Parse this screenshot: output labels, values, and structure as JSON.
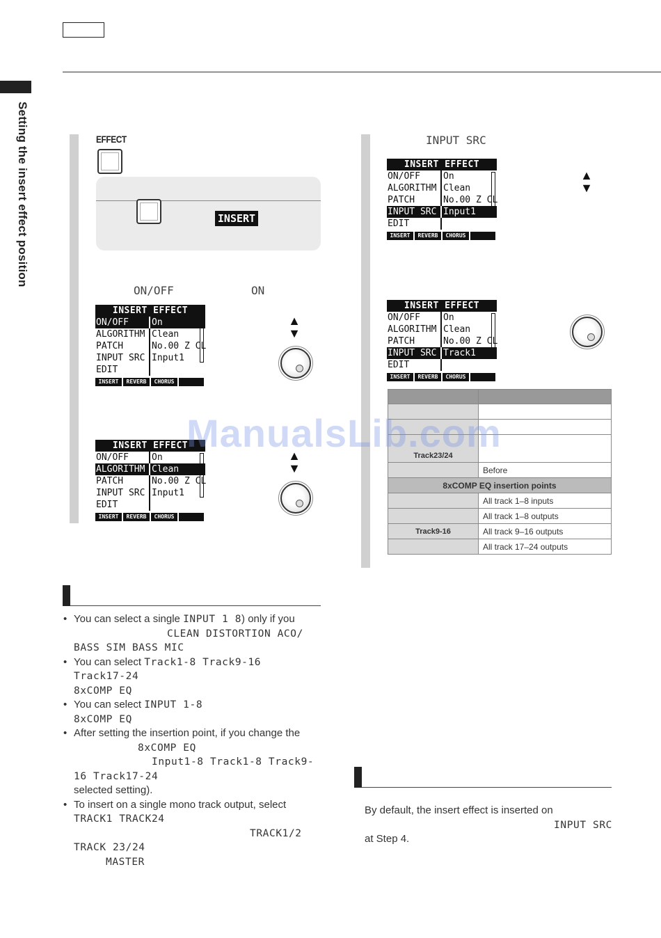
{
  "side_title": "Setting the insert effect position",
  "watermark": "ManualsLib.com",
  "step_left": {
    "effect_key_label": "EFFECT",
    "insert_badge": "INSERT",
    "param_onoff": "ON/OFF",
    "param_on": "ON"
  },
  "step_right": {
    "param_input_src": "INPUT SRC"
  },
  "lcd_title": "INSERT EFFECT",
  "lcd_tabs": [
    "INSERT",
    "REVERB",
    "CHORUS"
  ],
  "lcd1": {
    "rows": [
      {
        "k": "ON/OFF",
        "v": "On"
      },
      {
        "k": "ALGORITHM",
        "v": "Clean"
      },
      {
        "k": "PATCH",
        "v": "No.00 Z CL"
      },
      {
        "k": "INPUT SRC",
        "v": "Input1"
      },
      {
        "k": "EDIT",
        "v": ""
      }
    ]
  },
  "lcd2": {
    "rows": [
      {
        "k": "ON/OFF",
        "v": "On"
      },
      {
        "k": "ALGORITHM",
        "v": "Clean"
      },
      {
        "k": "PATCH",
        "v": "No.00 Z CL"
      },
      {
        "k": "INPUT SRC",
        "v": "Input1"
      },
      {
        "k": "EDIT",
        "v": ""
      }
    ]
  },
  "lcd3": {
    "rows": [
      {
        "k": "ON/OFF",
        "v": "On"
      },
      {
        "k": "ALGORITHM",
        "v": "Clean"
      },
      {
        "k": "PATCH",
        "v": "No.00 Z CL"
      },
      {
        "k": "INPUT SRC",
        "v": "Input1"
      },
      {
        "k": "EDIT",
        "v": ""
      }
    ]
  },
  "lcd4": {
    "rows": [
      {
        "k": "ON/OFF",
        "v": "On"
      },
      {
        "k": "ALGORITHM",
        "v": "Clean"
      },
      {
        "k": "PATCH",
        "v": "No.00 Z CL"
      },
      {
        "k": "INPUT SRC",
        "v": "Track1"
      },
      {
        "k": "EDIT",
        "v": ""
      }
    ]
  },
  "table": {
    "r_track2324": "Track23/24",
    "r_before": "Before",
    "section": "8xCOMP EQ insertion points",
    "r_in18": "All track 1–8 inputs",
    "r_out18": "All track 1–8 outputs",
    "r_track916": "Track9-16",
    "r_out916": "All track 9–16 outputs",
    "r_out1724": "All track 17–24 outputs"
  },
  "notes": {
    "n1a": "You can select a single",
    "n1b": "INPUT 1 8",
    "n1c": ") only if you",
    "n1d": "CLEAN DISTORTION ACO/",
    "n1e": "BASS SIM BASS  MIC",
    "n2a": "You can select",
    "n2b": "Track1-8 Track9-16",
    "n2c": "Track17-24",
    "n2d": "8xCOMP EQ",
    "n3a": "You can select",
    "n3b": "INPUT 1-8",
    "n3c": "8xCOMP EQ",
    "n4a": "After setting the insertion point, if you change the",
    "n4b": "8xCOMP EQ",
    "n4c": "Input1-8 Track1-8 Track9-",
    "n4d": "16 Track17-24",
    "n4e": "selected setting).",
    "n5a": "To insert on a single mono track output, select",
    "n5b": "TRACK1  TRACK24",
    "n5c": "TRACK1/2",
    "n5d": "TRACK 23/24",
    "n5e": "MASTER"
  },
  "right_text": {
    "l1": "By default, the insert effect is inserted on",
    "l2": "INPUT SRC",
    "l3": "at Step 4."
  }
}
